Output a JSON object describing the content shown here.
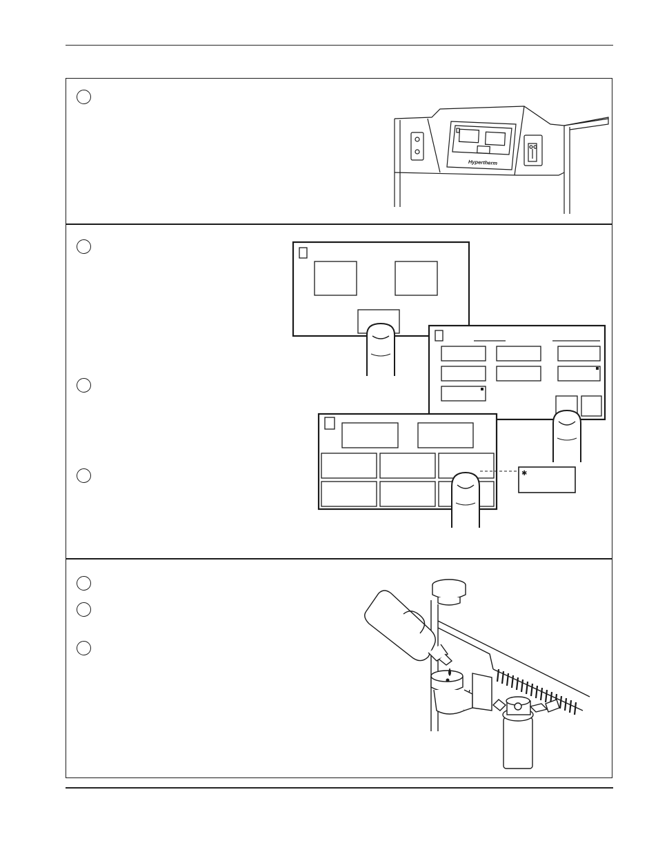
{
  "header": {
    "text": ""
  },
  "steps": [
    {
      "id": "step-1",
      "label": ""
    },
    {
      "id": "step-2",
      "label": ""
    },
    {
      "id": "step-3",
      "label": ""
    },
    {
      "id": "step-4",
      "label": ""
    },
    {
      "id": "step-5",
      "label": ""
    },
    {
      "id": "step-6",
      "label": ""
    },
    {
      "id": "step-7",
      "label": ""
    }
  ],
  "figures": {
    "control_panel": {
      "brand_label": "Hypertherm"
    },
    "touchscreen": {
      "indicator_symbol": "✱"
    }
  },
  "icons": [
    "finger-icon",
    "bottle-icon",
    "cap-icon",
    "filter-icon",
    "control-panel-icon"
  ],
  "colors": {
    "ink": "#1a1a1a",
    "paper": "#ffffff"
  }
}
